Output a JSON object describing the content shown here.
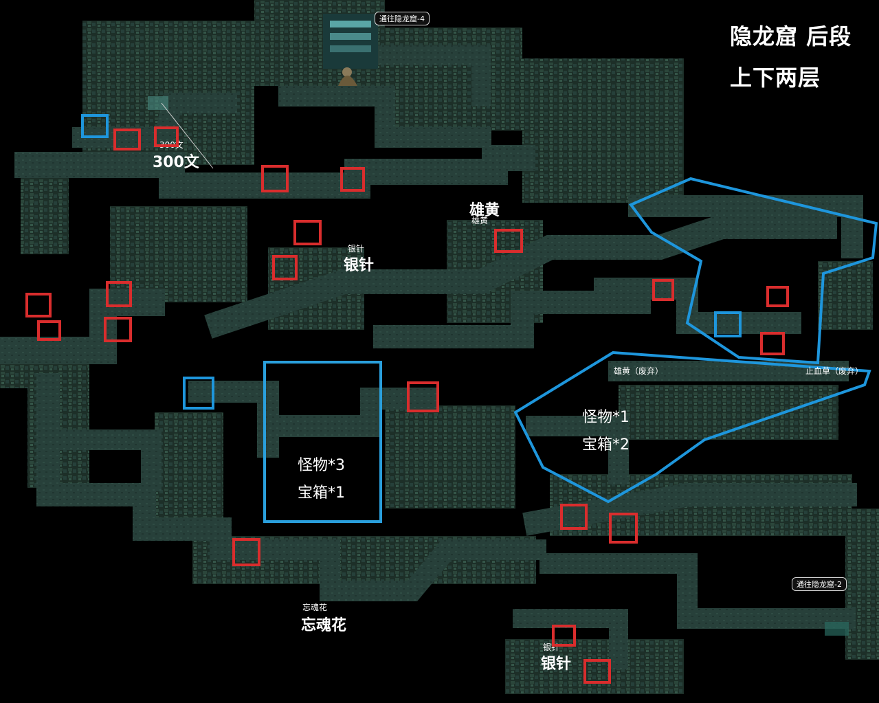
{
  "title": {
    "line1": "隐龙窟  后段",
    "line2": "上下两层"
  },
  "exits": {
    "top": "通往隐龙窟-4",
    "right": "通往隐龙窟-2"
  },
  "labels": {
    "money_small": "300文",
    "money": "300文",
    "realgar_1_small": "雄黄",
    "realgar_1": "雄黄",
    "silver_needle_1_small": "银针",
    "silver_needle_1": "银针",
    "realgar_discarded": "雄黄（废弃）",
    "hemostatic_discarded": "止血草（废弃）",
    "forget_flower_small": "忘魂花",
    "forget_flower": "忘魂花",
    "silver_needle_2_small": "银针",
    "silver_needle_2": "银针"
  },
  "zone_left": {
    "monsters": "怪物*3",
    "chests": "宝箱*1"
  },
  "zone_right": {
    "monsters": "怪物*1",
    "chests": "宝箱*2"
  },
  "colors": {
    "background": "#000000",
    "wall_top": "#243a31",
    "wall_face": "#1c2c26",
    "floor": "#2f4a3f",
    "chest_marker": "#d92d2d",
    "monster_marker": "#1e96dc"
  }
}
